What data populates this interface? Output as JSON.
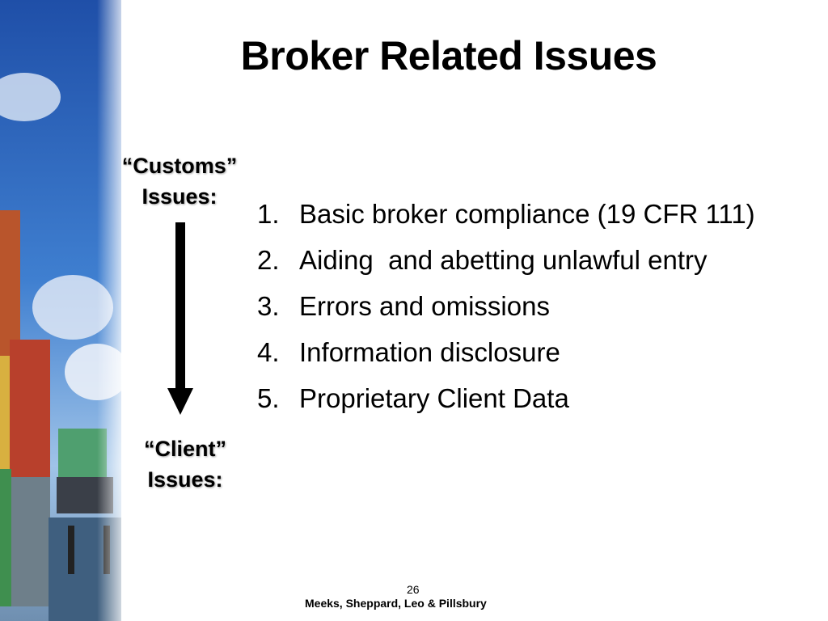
{
  "slide": {
    "title": "Broker Related Issues",
    "customs_label_line1": "“Customs”",
    "customs_label_line2": "Issues:",
    "client_label_line1": "“Client”",
    "client_label_line2": "Issues:",
    "issues": [
      {
        "number": "1.",
        "text": "Basic broker compliance (19 CFR 111)"
      },
      {
        "number": "2.",
        "text": "Aiding  and abetting unlawful entry"
      },
      {
        "number": "3.",
        "text": "Errors and omissions"
      },
      {
        "number": "4.",
        "text": "Information disclosure"
      },
      {
        "number": "5.",
        "text": "Proprietary Client Data"
      }
    ],
    "page_number": "26",
    "footer": "Meeks, Sheppard, Leo & Pillsbury"
  }
}
